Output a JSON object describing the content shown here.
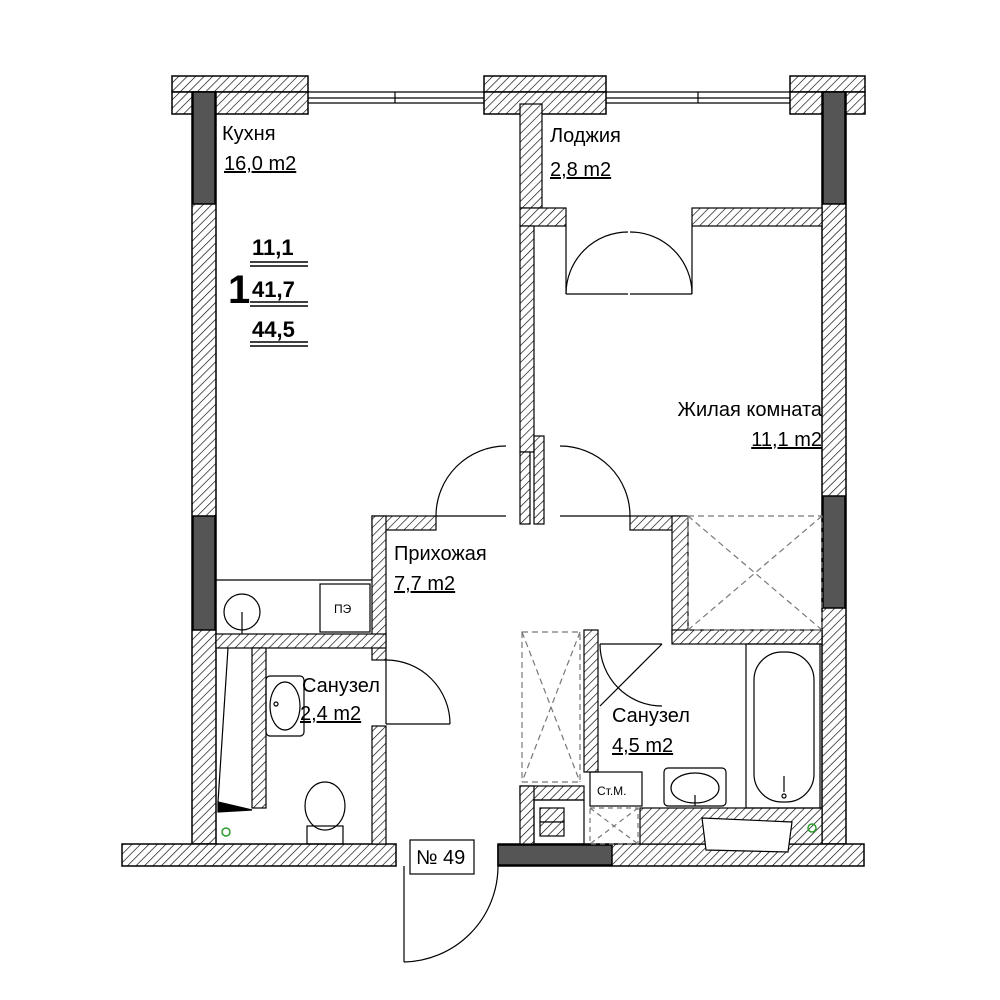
{
  "plan": {
    "apartment_number": "№ 49",
    "rooms_count": "1",
    "areas": {
      "living": "11,1",
      "total": "41,7",
      "total_with_loggia": "44,5"
    },
    "rooms": [
      {
        "name": "Кухня",
        "area": "16,0 m2"
      },
      {
        "name": "Лоджия",
        "area": "2,8 m2"
      },
      {
        "name": "Жилая комната",
        "area": "11,1 m2"
      },
      {
        "name": "Прихожая",
        "area": "7,7 m2"
      },
      {
        "name": "Санузел",
        "area": "2,4 m2"
      },
      {
        "name": "Санузел",
        "area": "4,5 m2"
      }
    ],
    "labels": {
      "electric_panel": "ПЭ",
      "riser": "Ст.М."
    }
  }
}
